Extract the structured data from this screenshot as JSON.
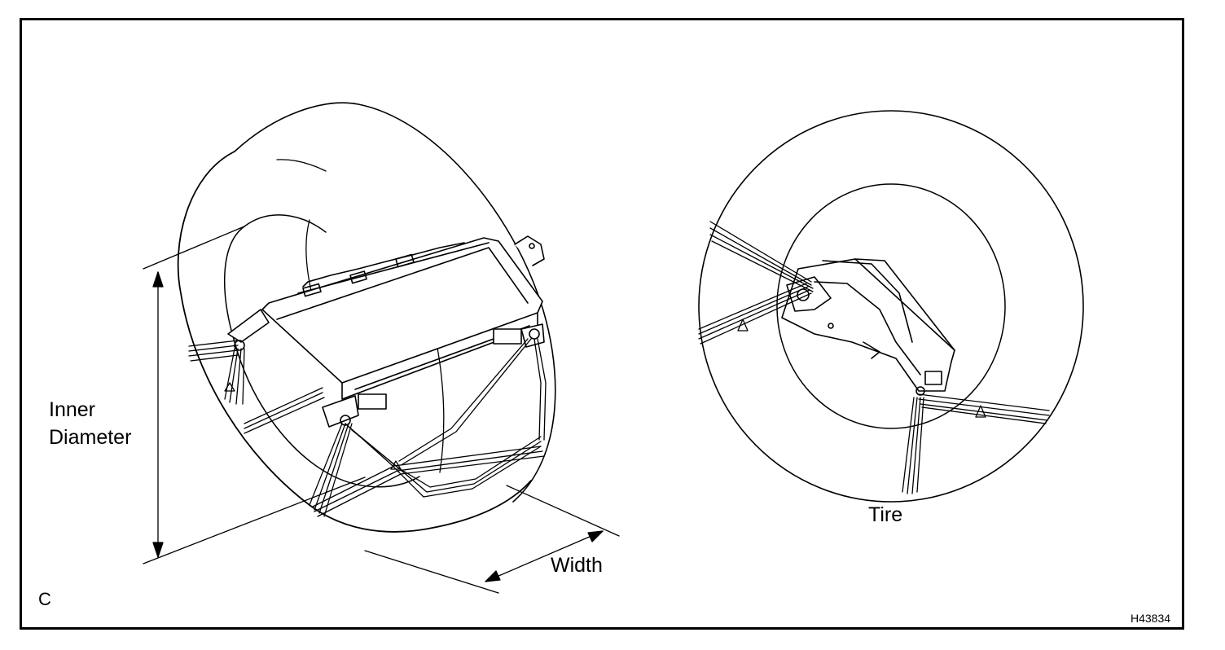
{
  "labels": {
    "inner_diameter_line1": "Inner",
    "inner_diameter_line2": "Diameter",
    "width": "Width",
    "tire": "Tire",
    "corner": "C",
    "figure_code": "H43834"
  }
}
